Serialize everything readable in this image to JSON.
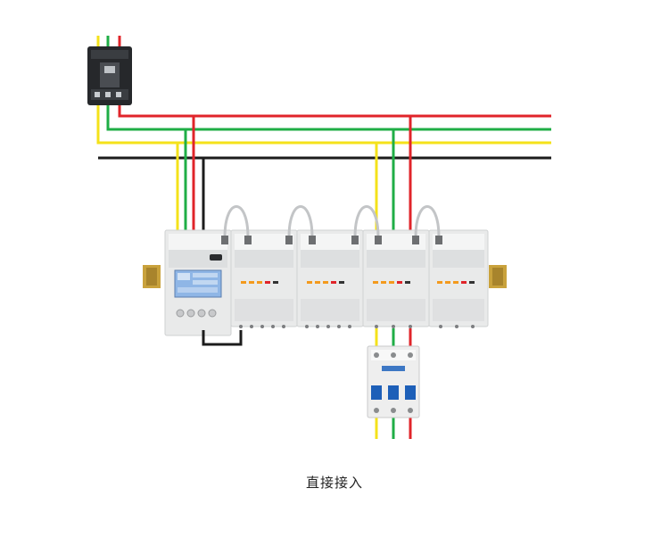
{
  "caption": "直接接入",
  "colors": {
    "phase_yellow": "#f4e21a",
    "phase_green": "#1fae46",
    "phase_red": "#e0242a",
    "neutral_black": "#1c1c1c",
    "module_body": "#e9eaea",
    "din_rail": "#c9a23c",
    "lcd_screen": "#8fb6e6",
    "breaker_handle": "#1d5fb8",
    "indicator_orange": "#f39a1e",
    "indicator_red": "#e0242a"
  },
  "icons": {
    "main_breaker": "molded-case-circuit-breaker",
    "branch_breaker": "three-pole-miniature-circuit-breaker",
    "meter_main": "multi-circuit-energy-meter",
    "meter_expansion": "expansion-measurement-module"
  }
}
